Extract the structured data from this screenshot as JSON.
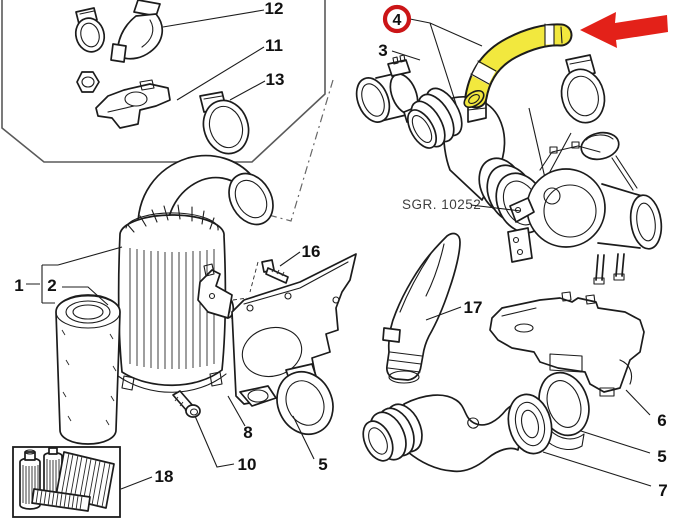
{
  "diagram": {
    "group_label": "SGR. 10252",
    "highlighted_part": "4",
    "labels": {
      "p1": "1",
      "p2": "2",
      "p3": "3",
      "p4": "4",
      "p5": "5",
      "p6": "6",
      "p7": "7",
      "p8": "8",
      "p10": "10",
      "p11": "11",
      "p12": "12",
      "p13": "13",
      "p16": "16",
      "p17": "17",
      "p18": "18"
    },
    "colors": {
      "highlight_yellow": "#f2e83e",
      "arrow_red": "#e32119",
      "badge_red": "#cb1517",
      "line_black": "#1c1c1c"
    }
  }
}
